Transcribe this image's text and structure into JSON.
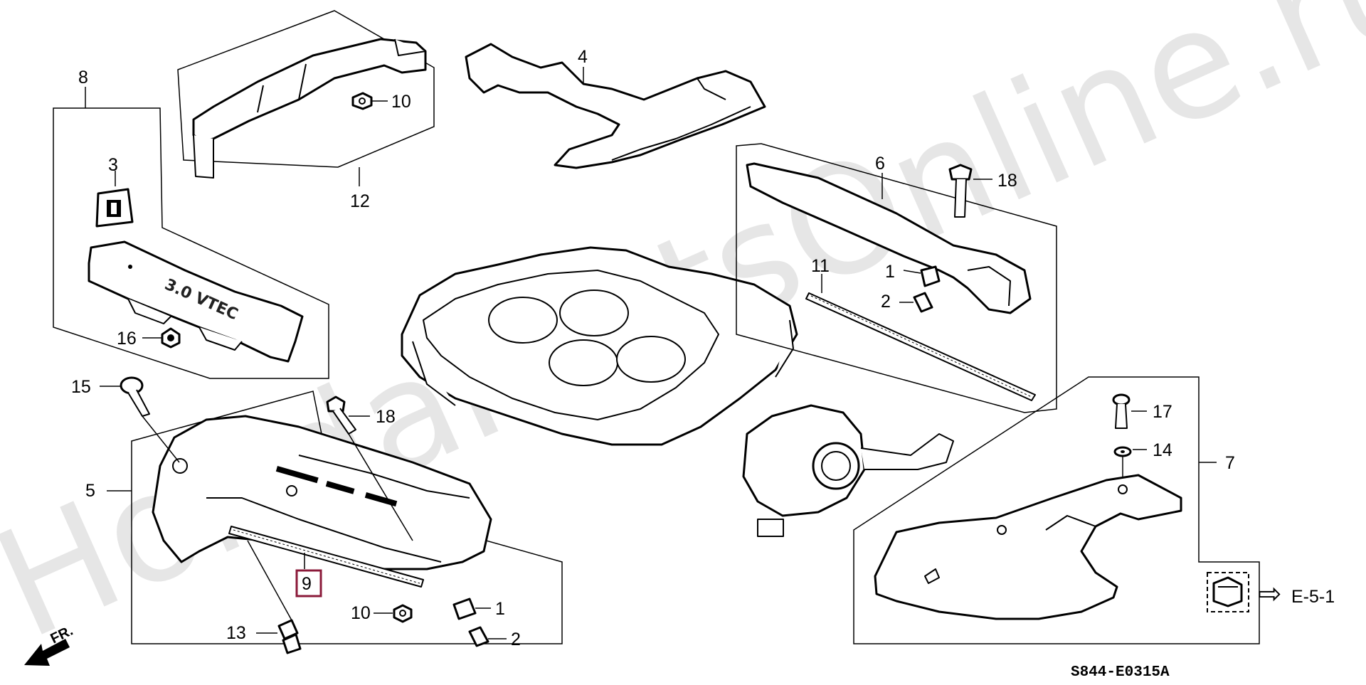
{
  "watermark": "HondaPartsOnline.ru",
  "diagram_code": "S844-E0315A",
  "direction_label": "FR.",
  "reference": {
    "arrow": "⇨",
    "label": "E-5-1"
  },
  "engine_cover_emblem": "3.0 VTEC",
  "callouts": {
    "c1a": "1",
    "c1b": "1",
    "c2a": "2",
    "c2b": "2",
    "c3": "3",
    "c4": "4",
    "c5": "5",
    "c6": "6",
    "c7": "7",
    "c8": "8",
    "c9": "9",
    "c10a": "10",
    "c10b": "10",
    "c11": "11",
    "c12": "12",
    "c13": "13",
    "c14": "14",
    "c15": "15",
    "c16": "16",
    "c17": "17",
    "c18a": "18",
    "c18b": "18"
  },
  "highlight_color": "#8b1a3a"
}
